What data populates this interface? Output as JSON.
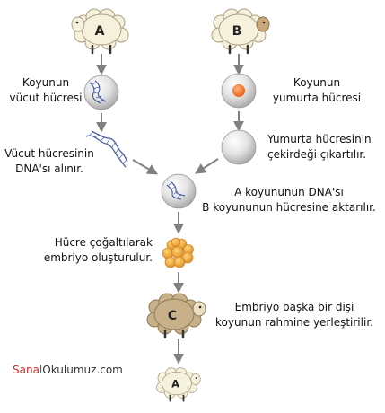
{
  "sheep": {
    "a": {
      "letter": "A"
    },
    "b": {
      "letter": "B"
    },
    "c": {
      "letter": "C"
    },
    "lamb": {
      "letter": "A"
    }
  },
  "steps": {
    "body_cell": {
      "line1": "Koyunun",
      "line2": "vücut hücresi"
    },
    "egg_cell": {
      "line1": "Koyunun",
      "line2": "yumurta hücresi"
    },
    "dna_taken": {
      "line1": "Vücut hücresinin",
      "line2": "DNA'sı alınır."
    },
    "nucleus_removed": {
      "line1": "Yumurta hücresinin",
      "line2": "çekirdeği çıkartılır."
    },
    "dna_transfer": {
      "line1": "A koyununun DNA'sı",
      "line2": "B koyununun hücresine aktarılır."
    },
    "embryo": {
      "line1": "Hücre çoğaltılarak",
      "line2": "embriyo oluşturulur."
    },
    "implant": {
      "line1": "Embriyo başka bir dişi",
      "line2": "koyunun rahmine yerleştirilir."
    }
  },
  "brand": {
    "part1": "Sanal",
    "part2": "Okulumuz.com"
  },
  "colors": {
    "wool": "#f6f1dc",
    "wool_stroke": "#a89f82",
    "sheep_b_face": "#c9a87d",
    "sheep_c_wool": "#c8b08a",
    "cell": "#d9d9d9",
    "nucleus": "#f26b21",
    "embryo": "#f3a53c",
    "dna": "#4a5da8",
    "arrow": "#808080",
    "brand_red": "#d22b2b",
    "brand_dark": "#333333"
  }
}
